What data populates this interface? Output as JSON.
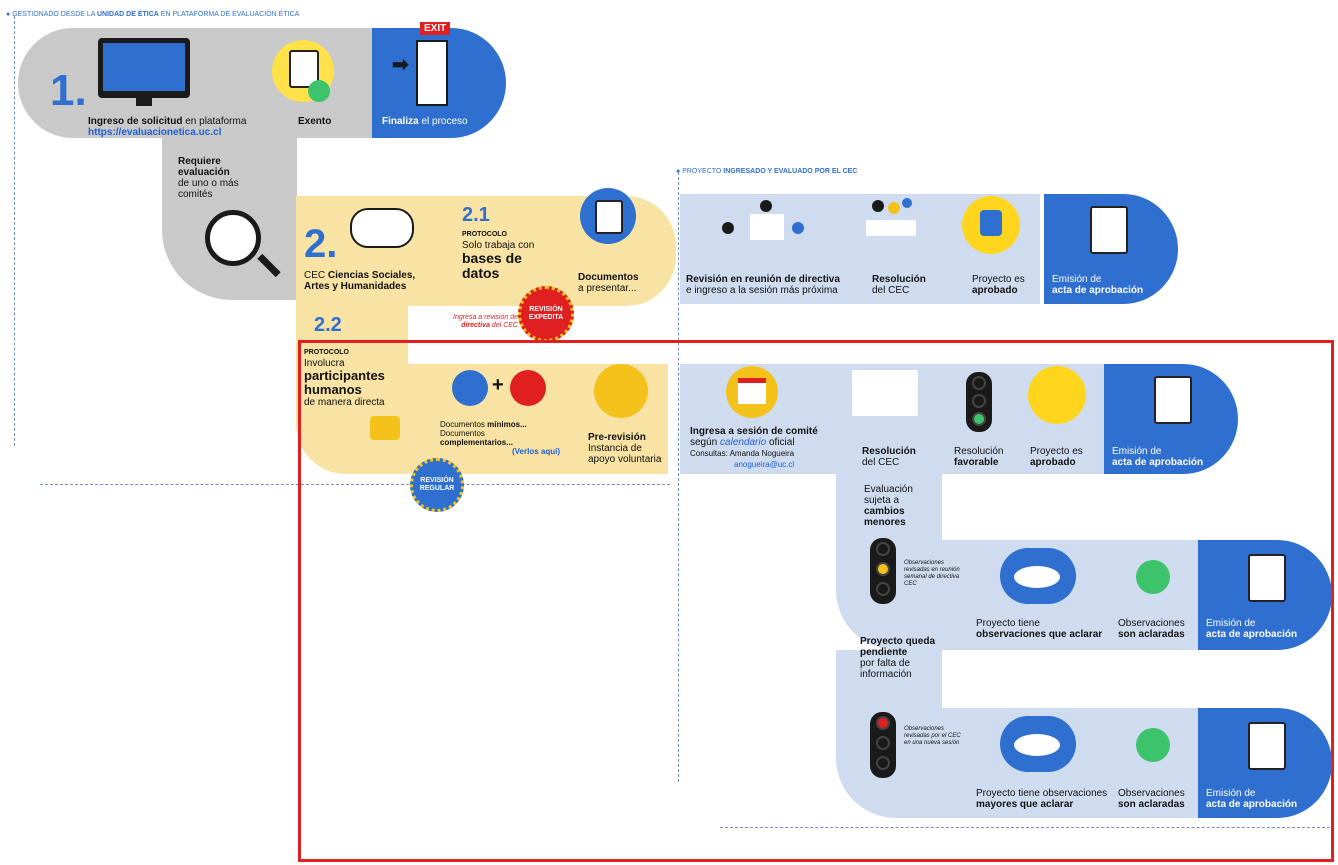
{
  "header": {
    "prefix": "GESTIONADO DESDE LA",
    "bold": "UNIDAD DE ÉTICA",
    "suffix": "EN PLATAFORMA DE EVALUACIÓN ÉTICA"
  },
  "step1": {
    "number": "1.",
    "title": "Ingreso de solicitud",
    "title_suffix": "en plataforma",
    "url": "https://evaluacionetica.uc.cl"
  },
  "exento": {
    "label": "Exento"
  },
  "finaliza": {
    "exit": "EXIT",
    "bold": "Finaliza",
    "rest": "el proceso"
  },
  "requiere": {
    "bold": "Requiere evaluación",
    "rest": "de uno o más comités"
  },
  "step2": {
    "number": "2.",
    "prefix": "CEC",
    "bold": "Ciencias Sociales, Artes y Humanidades"
  },
  "p21": {
    "number": "2.1",
    "protocolo": "PROTOCOLO",
    "text": "Solo trabaja con",
    "big": "bases de datos"
  },
  "documentos": {
    "bold": "Documentos",
    "rest": "a presentar..."
  },
  "expedita": {
    "badge": "REVISIÓN EXPEDITA",
    "note_a": "Ingresa a revisión de",
    "note_b": "directiva",
    "note_c": "del CEC"
  },
  "section_cec": {
    "prefix": "PROYECTO",
    "bold": "INGRESADO Y EVALUADO POR EL CEC"
  },
  "row1": {
    "revision": {
      "bold": "Revisión en reunión de directiva",
      "rest": "e ingreso a la sesión más próxima"
    },
    "resolucion": {
      "bold": "Resolución",
      "rest": "del CEC"
    },
    "aprobado": {
      "a": "Proyecto es",
      "b": "aprobado"
    },
    "acta": {
      "a": "Emisión de",
      "b": "acta de aprobación"
    }
  },
  "p22": {
    "number": "2.2",
    "protocolo": "PROTOCOLO",
    "a": "Involucra",
    "big": "participantes humanos",
    "c": "de manera directa"
  },
  "docs_min": {
    "a": "Documentos",
    "b": "mínimos...",
    "c": "Documentos",
    "d": "complementarios...",
    "link": "(Verlos aquí)"
  },
  "prerevision": {
    "bold": "Pre-revisión",
    "rest": "Instancia de apoyo voluntaria"
  },
  "regular": {
    "badge": "REVISIÓN REGULAR"
  },
  "row2": {
    "sesion": {
      "bold": "Ingresa a sesión de comité",
      "a": "según",
      "link": "calendario",
      "b": "oficial",
      "contact": "Consultas: Amanda Nogueira",
      "email": "anogueira@uc.cl"
    },
    "resolucion": {
      "bold": "Resolución",
      "rest": "del CEC"
    },
    "favorable": {
      "a": "Resolución",
      "b": "favorable"
    },
    "aprobado": {
      "a": "Proyecto es",
      "b": "aprobado"
    },
    "acta": {
      "a": "Emisión de",
      "b": "acta de aprobación"
    }
  },
  "menores": {
    "a": "Evaluación sujeta a",
    "b": "cambios menores",
    "obs": "Observaciones revisadas en reunión semanal de directiva CEC",
    "aclarar": {
      "a": "Proyecto tiene",
      "b": "observaciones que aclarar"
    },
    "aclaradas": {
      "a": "Observaciones",
      "b": "son aclaradas"
    },
    "acta": {
      "a": "Emisión de",
      "b": "acta de aprobación"
    }
  },
  "pendiente": {
    "a": "Proyecto queda pendiente",
    "b": "por falta de información",
    "obs": "Observaciones revisadas por el CEC en una nueva sesión",
    "aclarar": {
      "a": "Proyecto tiene observaciones",
      "b": "mayores que aclarar"
    },
    "aclaradas": {
      "a": "Observaciones",
      "b": "son aclaradas"
    },
    "acta": {
      "a": "Emisión de",
      "b": "acta de aprobación"
    }
  },
  "colors": {
    "gray": "#c9c9c9",
    "yellow": "#f8e3a4",
    "light_blue": "#cfdcf0",
    "blue": "#2f6fd0",
    "red": "#e02020"
  }
}
